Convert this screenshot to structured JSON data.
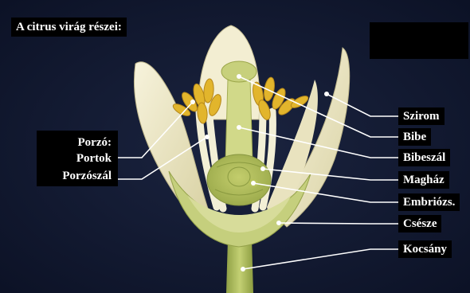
{
  "title": "A citrus virág részei:",
  "labels_left": {
    "porzo": "Porzó:",
    "portok": "Portok",
    "porzoszal": "Porzószál"
  },
  "labels_right": [
    "Szirom",
    "Bibe",
    "Bibeszál",
    "Magház",
    "Embriózs.",
    "Csésze",
    "Kocsány"
  ],
  "colors": {
    "background": "#121a30",
    "petal": "#efe9c8",
    "stamen": "#e2b52c",
    "pistil": "#c7d07c",
    "sepal": "#c5cf7d",
    "stem": "#a9bb58"
  }
}
